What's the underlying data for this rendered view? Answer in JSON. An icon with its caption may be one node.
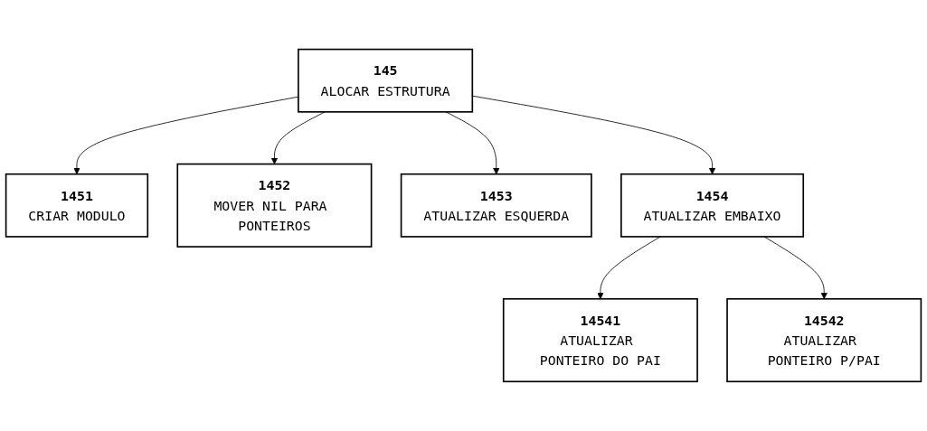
{
  "diagram": {
    "nodes": [
      {
        "text": [
          "145",
          "ALOCAR ESTRUTURA"
        ]
      },
      {
        "text": [
          "1451",
          "CRIAR MODULO"
        ]
      },
      {
        "text": [
          "1452",
          "MOVER NIL PARA PONTEIROS"
        ]
      },
      {
        "text": [
          "1453",
          "ATUALIZAR ESQUERDA"
        ]
      },
      {
        "text": [
          "1454",
          "ATUALIZAR EMBAIXO"
        ]
      },
      {
        "text": [
          "14541",
          "ATUALIZAR PONTEIRO DO PAI"
        ]
      },
      {
        "text": [
          "14542",
          "ATUALIZAR PONTEIRO P/PAI"
        ]
      }
    ],
    "edges": [
      {
        "from": 0,
        "to": 1,
        "arrow": "to"
      },
      {
        "from": 0,
        "to": 2,
        "arrow": "to"
      },
      {
        "from": 0,
        "to": 3,
        "arrow": "to"
      },
      {
        "from": 0,
        "to": 4,
        "arrow": "to"
      },
      {
        "from": 4,
        "to": 5,
        "arrow": "to"
      },
      {
        "from": 4,
        "to": 6,
        "arrow": "to"
      }
    ]
  }
}
